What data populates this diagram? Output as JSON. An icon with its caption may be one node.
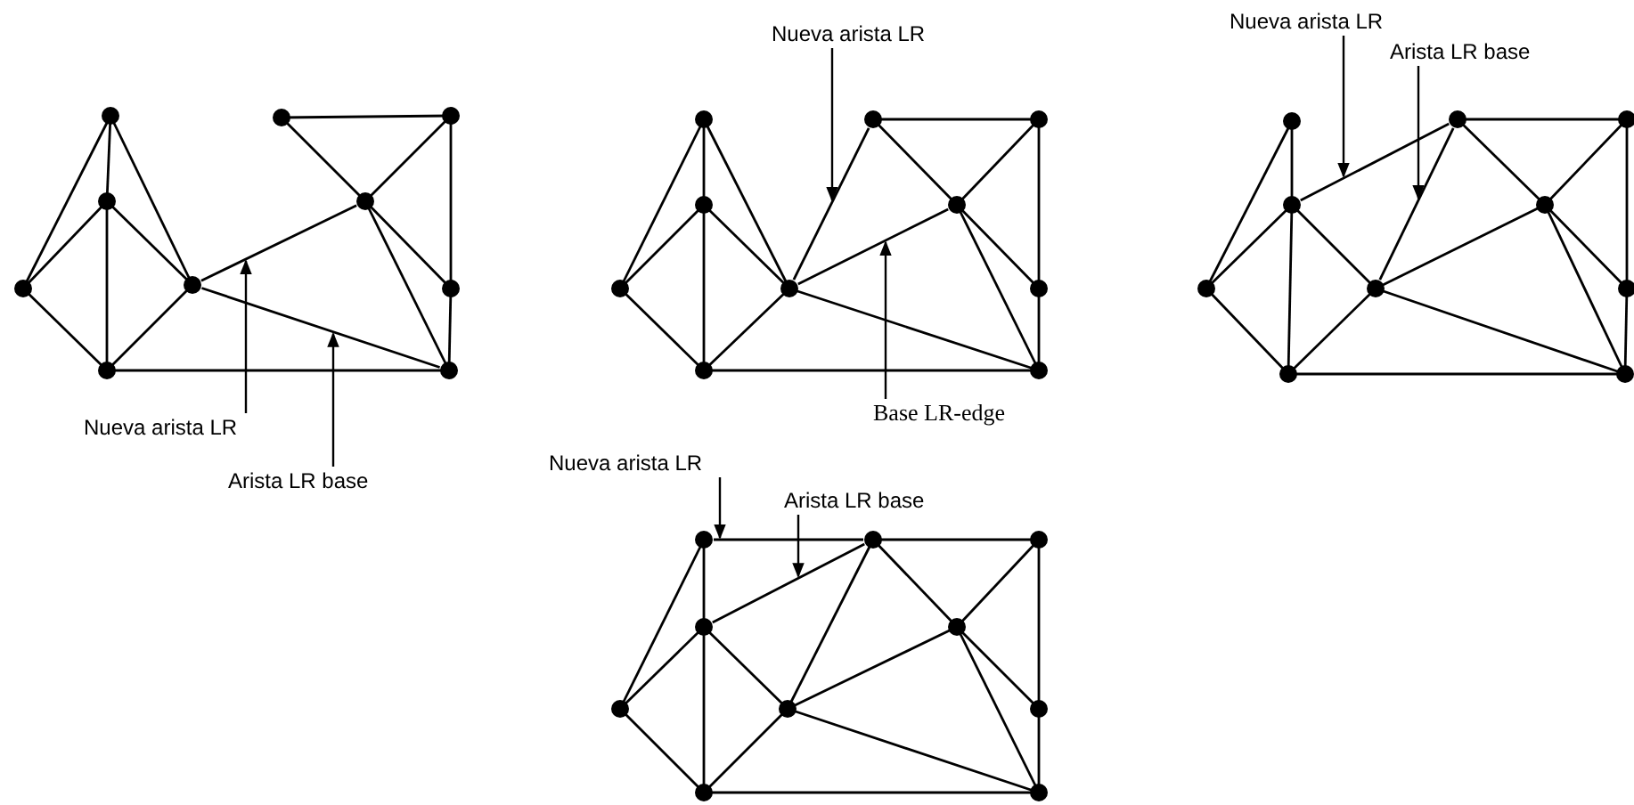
{
  "diagram": {
    "nodes": [
      {
        "text": [
          "Nueva arista LR"
        ]
      },
      {
        "text": [
          "Arista LR base"
        ]
      },
      {
        "text": [
          "Nueva arista LR"
        ]
      },
      {
        "text": [
          "Base LR-edge"
        ]
      },
      {
        "text": [
          "Nueva arista LR"
        ]
      },
      {
        "text": [
          "Arista LR base"
        ]
      },
      {
        "text": [
          "Nueva arista LR"
        ]
      },
      {
        "text": [
          "Arista LR base"
        ]
      },
      {
        "text": [],
        "shape": "line"
      },
      {
        "text": [],
        "shape": "line"
      },
      {
        "text": [],
        "shape": "line"
      },
      {
        "text": [],
        "shape": "line"
      },
      {
        "text": [],
        "shape": "line"
      },
      {
        "text": [],
        "shape": "line"
      },
      {
        "text": [],
        "shape": "line"
      },
      {
        "text": [],
        "shape": "line"
      }
    ],
    "edges": [
      {
        "from": 0,
        "to": 8,
        "arrow": "to"
      },
      {
        "from": 1,
        "to": 9,
        "arrow": "to"
      },
      {
        "from": 2,
        "to": 10,
        "arrow": "to"
      },
      {
        "from": 3,
        "to": 11,
        "arrow": "to"
      },
      {
        "from": 4,
        "to": 12,
        "arrow": "to"
      },
      {
        "from": 5,
        "to": 13,
        "arrow": "to"
      },
      {
        "from": 6,
        "to": 14,
        "arrow": "to"
      },
      {
        "from": 7,
        "to": 15,
        "arrow": "to"
      }
    ]
  }
}
